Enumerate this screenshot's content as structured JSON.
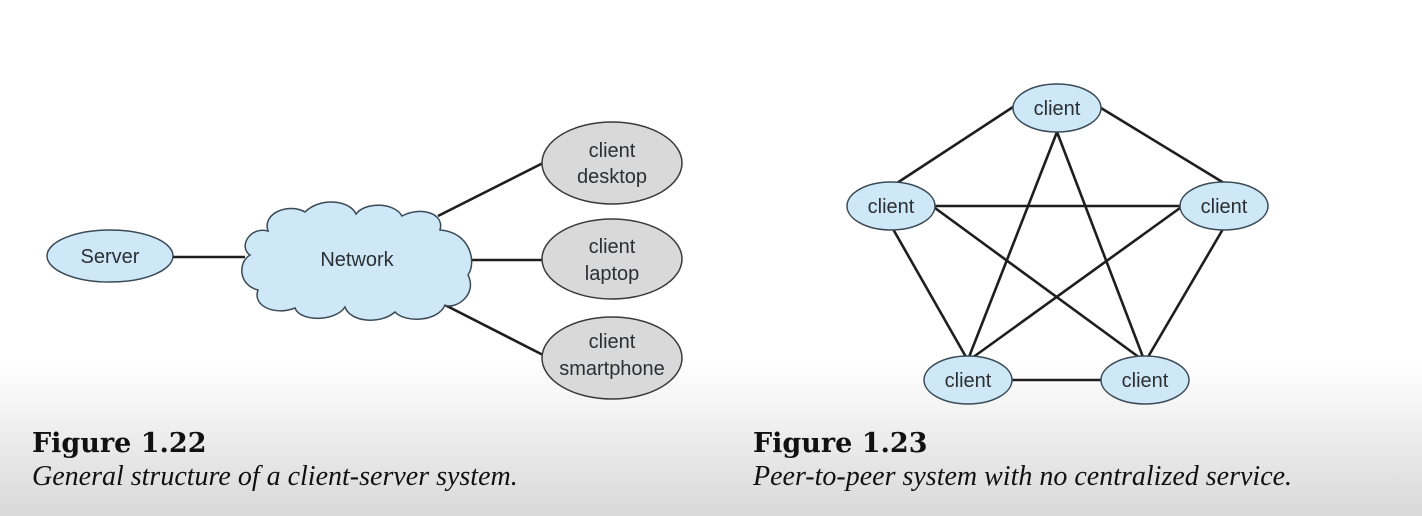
{
  "colors": {
    "client_fill": "#cfe8f7",
    "device_fill": "#d9d9d9",
    "outline": "#3a4a56",
    "edge": "#1e1e1e"
  },
  "figure_1_22": {
    "number": "Figure 1.22",
    "caption": "General structure of a client-server system.",
    "nodes": {
      "server": "Server",
      "network": "Network",
      "desktop": [
        "client",
        "desktop"
      ],
      "laptop": [
        "client",
        "laptop"
      ],
      "smartphone": [
        "client",
        "smartphone"
      ]
    },
    "edges": [
      [
        "server",
        "network"
      ],
      [
        "network",
        "desktop"
      ],
      [
        "network",
        "laptop"
      ],
      [
        "network",
        "smartphone"
      ]
    ]
  },
  "figure_1_23": {
    "number": "Figure 1.23",
    "caption": "Peer-to-peer system with no centralized service.",
    "nodes": [
      "client",
      "client",
      "client",
      "client",
      "client"
    ],
    "node_roles": [
      "top",
      "left",
      "right",
      "bottom-left",
      "bottom-right"
    ],
    "edges": "fully connected (all 10 pairs)"
  }
}
